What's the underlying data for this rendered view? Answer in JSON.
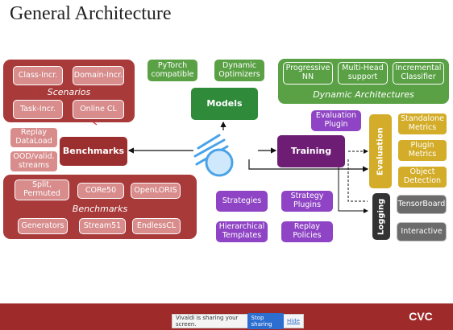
{
  "title": "General Architecture",
  "scenarios": {
    "label": "Scenarios",
    "items": [
      "Class-Incr.",
      "Domain-Incr.",
      "Task-Incr.",
      "Online CL"
    ]
  },
  "benchmarks_side": [
    "Replay DataLoad",
    "OOD/valid. streams"
  ],
  "benchmarks_node": "Benchmarks",
  "benchmarks_group": {
    "label": "Benchmarks",
    "items": [
      "Split, Permuted",
      "CORe50",
      "OpenLORIS",
      "Generators",
      "Stream51",
      "EndlessCL"
    ]
  },
  "models_top": [
    "PyTorch compatible",
    "Dynamic Optimizers"
  ],
  "models_node": "Models",
  "dynamic_arch": {
    "label": "Dynamic Architectures",
    "items": [
      "Progressive NN",
      "Multi-Head support",
      "Incremental Classifier"
    ]
  },
  "training_node": "Training",
  "evaluation_plugin": "Evaluation Plugin",
  "evaluation_label": "Evaluation",
  "evaluation_items": [
    "Standalone Metrics",
    "Plugin Metrics",
    "Object Detection"
  ],
  "logging_label": "Logging",
  "logging_items": [
    "TensorBoard",
    "Interactive"
  ],
  "purple_items": [
    "Strategies",
    "Strategy Plugins",
    "Hierarchical Templates",
    "Replay Policies"
  ],
  "share_bar": {
    "text": "Vivaldi is sharing your screen.",
    "stop": "Stop sharing",
    "hide": "Hide"
  },
  "logo_text": "CVC",
  "colors": {
    "red": "#a83a3a",
    "green": "#5aa145",
    "purple": "#8e44c4",
    "gold": "#d3ad2a",
    "footer": "#9e2a2a"
  }
}
